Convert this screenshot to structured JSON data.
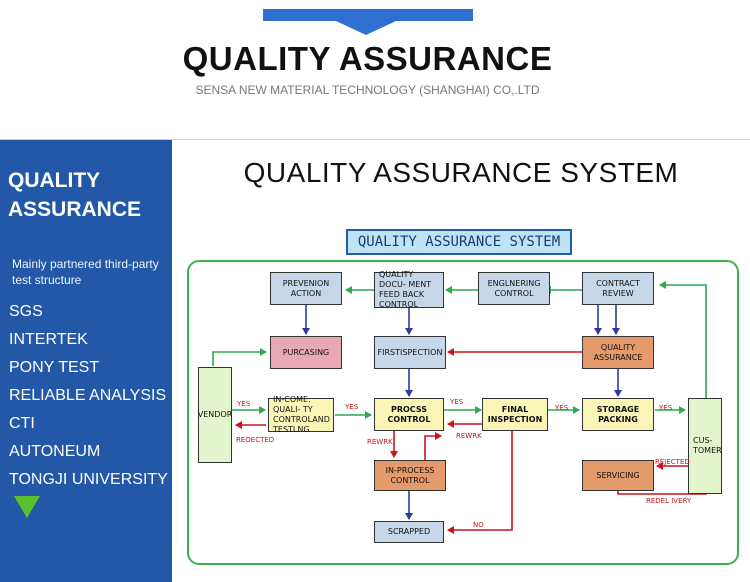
{
  "header": {
    "title": "QUALITY ASSURANCE",
    "subtitle": "SENSA NEW MATERIAL TECHNOLOGY (SHANGHAI) CO,.LTD"
  },
  "sidebar": {
    "title": "QUALITY ASSURANCE",
    "subtitle": "Mainly partnered third-party test structure",
    "items": [
      "SGS",
      "INTERTEK",
      "PONY TEST",
      "RELIABLE ANALYSIS",
      "CTI",
      "AUTONEUM",
      "TONGJI UNIVERSITY"
    ],
    "arrow_icon": "triangle-down-icon",
    "colors": {
      "background": "#2258a7",
      "arrow": "#5cc02e"
    }
  },
  "main": {
    "title": "QUALITY ASSURANCE SYSTEM"
  },
  "diagram": {
    "banner": "QUALITY ASSURANCE SYSTEM",
    "nodes": {
      "prevention": "PREVENION ACTION",
      "qdfc": "QUALITY DOCU- MENT FEED BACK CONTROL",
      "engineering": "ENGLNERING CONTROL",
      "contract": "CONTRACT REVIEW",
      "purchasing": "PURCASING",
      "first_inspection": "FIRSTISPECTION",
      "quality_assurance": "QUALITY ASSURANCE",
      "vendor": "VENDOR",
      "incoming": "IN-COME. QUALI- TY CONTROLAND TESTLNG",
      "process": "PROCSS CONTROL",
      "final": "FINAL INSPECTION",
      "storage": "STORAGE PACKING",
      "customer": "CUS- TOMER",
      "inprocess": "IN-PROCESS CONTROL",
      "servicing": "SERVICING",
      "scrapped": "SCRAPPED"
    },
    "labels": {
      "yes": "YES",
      "no": "NO",
      "reoected": "REOECTED",
      "rewrk": "REWRK",
      "rejected": "REJECTED",
      "redelivery": "REDEL IVERY"
    },
    "colors": {
      "green_arrow": "#2fa84f",
      "red_arrow": "#c8141e",
      "blue_arrow": "#2e3aa0",
      "frame": "#3cb44b"
    }
  }
}
